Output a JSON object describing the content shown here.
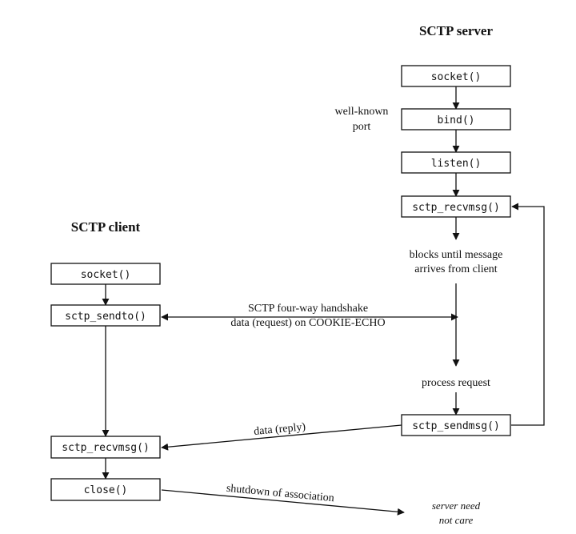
{
  "server": {
    "title": "SCTP server",
    "boxes": [
      "socket()",
      "bind()",
      "listen()",
      "sctp_recvmsg()",
      "sctp_sendmsg()"
    ],
    "port_label": [
      "well-known",
      "port"
    ],
    "blocks_label": [
      "blocks until message",
      "arrives from client"
    ],
    "process_label": "process request"
  },
  "client": {
    "title": "SCTP client",
    "boxes": [
      "socket()",
      "sctp_sendto()",
      "sctp_recvmsg()",
      "close()"
    ]
  },
  "messages": {
    "handshake": [
      "SCTP four-way handshake",
      "data (request) on COOKIE-ECHO"
    ],
    "reply": "data (reply)",
    "shutdown": "shutdown of association",
    "server_care": [
      "server need",
      "not care"
    ]
  },
  "colors": {
    "ink": "#111111",
    "background": "#ffffff"
  }
}
